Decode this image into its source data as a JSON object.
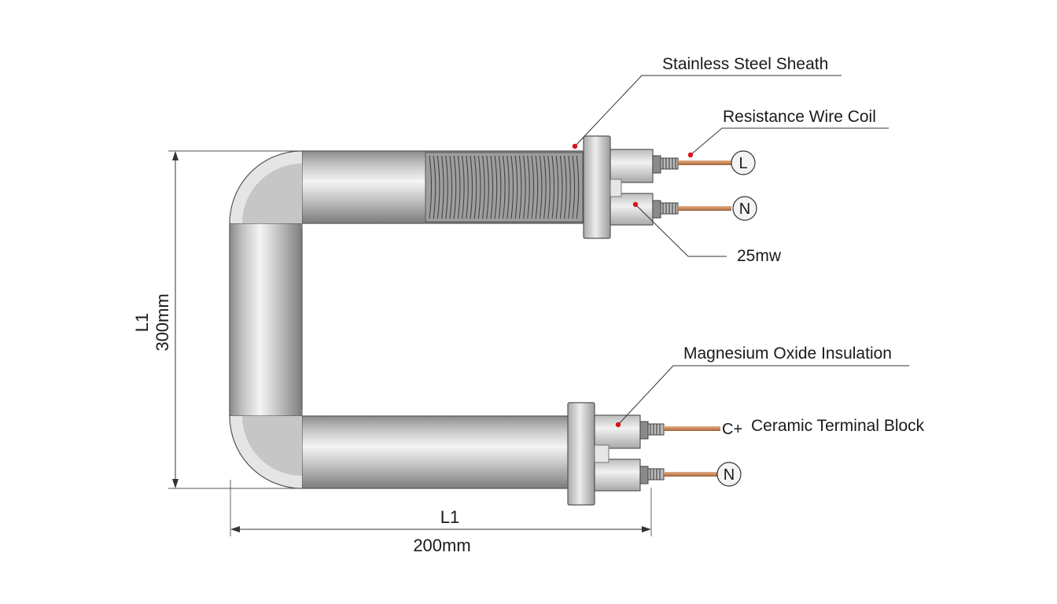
{
  "labels": {
    "sheath": "Stainless Steel Sheath",
    "coil": "Resistance Wire Coil",
    "power": "25mw",
    "insulation": "Magnesium Oxide Insulation",
    "terminal_block": "Ceramic Terminal Block"
  },
  "dimensions": {
    "height_label": "L1",
    "height_value": "300mm",
    "width_label": "L1",
    "width_value": "200mm"
  },
  "terminals": {
    "top_1": "L",
    "top_2": "N",
    "bottom_1": "C+",
    "bottom_2": "N"
  },
  "colors": {
    "marker": "#d8121b",
    "copper": "#c98a5c",
    "steel": "#b8b8b8"
  }
}
